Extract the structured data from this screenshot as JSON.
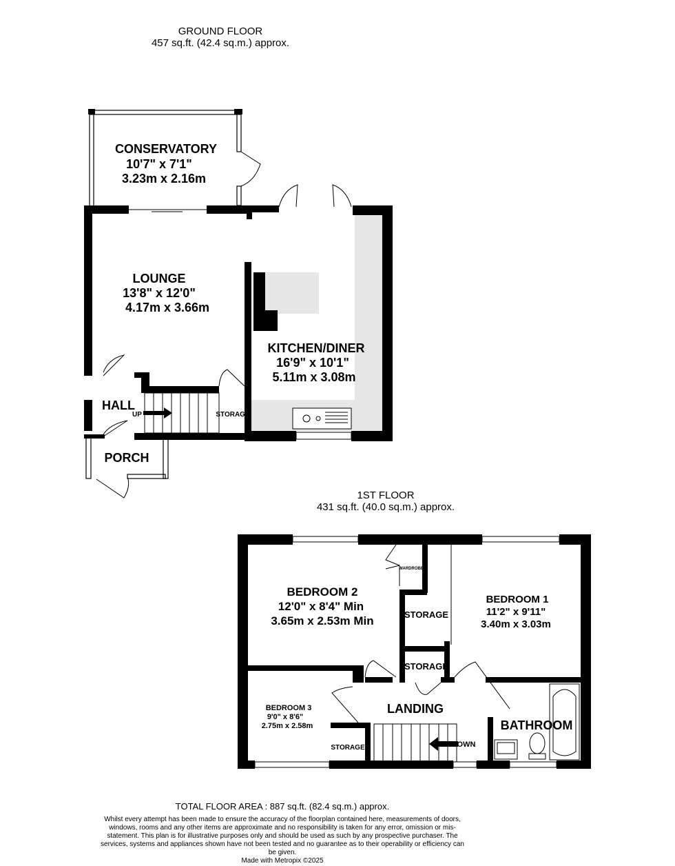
{
  "ground_floor": {
    "title": "GROUND FLOOR",
    "area": "457 sq.ft. (42.4 sq.m.) approx.",
    "rooms": [
      {
        "name": "CONSERVATORY",
        "imperial": "10'7\"  x 7'1\"",
        "metric": "3.23m  x 2.16m"
      },
      {
        "name": "LOUNGE",
        "imperial": "13'8\"  x 12'0\"",
        "metric": "4.17m  x 3.66m"
      },
      {
        "name": "KITCHEN/DINER",
        "imperial": "16'9\"  x 10'1\"",
        "metric": "5.11m  x 3.08m"
      },
      {
        "name": "HALL"
      },
      {
        "name": "PORCH"
      }
    ],
    "labels": {
      "up": "UP",
      "storage": "STORAGE"
    }
  },
  "first_floor": {
    "title": "1ST FLOOR",
    "area": "431 sq.ft. (40.0 sq.m.) approx.",
    "rooms": [
      {
        "name": "BEDROOM 2",
        "imperial": "12'0\"  x 8'4\" Min",
        "metric": "3.65m  x 2.53m Min"
      },
      {
        "name": "BEDROOM 1",
        "imperial": "11'2\"  x 9'11\"",
        "metric": "3.40m  x 3.03m"
      },
      {
        "name": "BEDROOM 3",
        "imperial": "9'0\"  x 8'6\"",
        "metric": "2.75m  x 2.58m"
      },
      {
        "name": "LANDING"
      },
      {
        "name": "BATHROOM"
      }
    ],
    "labels": {
      "wardrobe": "WARDROBE",
      "storage": "STORAGE",
      "down": "DOWN"
    }
  },
  "footer": {
    "total": "TOTAL FLOOR AREA : 887 sq.ft. (82.4 sq.m.) approx.",
    "disclaimer": "Whilst every attempt has been made to ensure the accuracy of the floorplan contained here, measurements of doors, windows, rooms and any other items are approximate and no responsibility is taken for any error, omission or mis-statement. This plan is for illustrative purposes only and should be used as such by any prospective purchaser. The services, systems and appliances shown have not been tested and no guarantee as to their operability or efficiency can be given.",
    "credit": "Made with Metropix ©2025"
  },
  "colors": {
    "wall": "#000000",
    "fitted": "#e6e6e6"
  }
}
